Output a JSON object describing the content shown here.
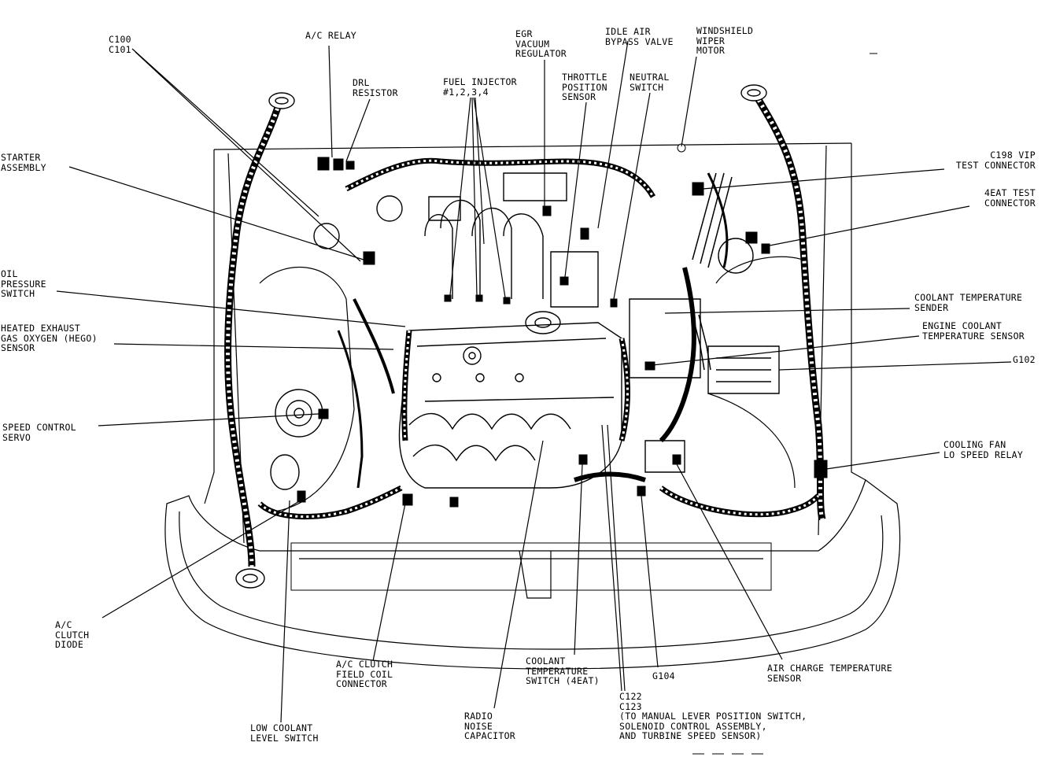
{
  "labels": {
    "c100_c101": "C100\nC101",
    "ac_relay": "A/C RELAY",
    "drl_resistor": "DRL\nRESISTOR",
    "fuel_injector": "FUEL INJECTOR\n#1,2,3,4",
    "egr_vacuum_regulator": "EGR\nVACUUM\nREGULATOR",
    "throttle_position_sensor": "THROTTLE\nPOSITION\nSENSOR",
    "idle_air_bypass_valve": "IDLE AIR\nBYPASS VALVE",
    "neutral_switch": "NEUTRAL\nSWITCH",
    "windshield_wiper_motor": "WINDSHIELD\nWIPER\nMOTOR",
    "starter_assembly": "STARTER\nASSEMBLY",
    "c198_vip_test_connector": "C198 VIP\nTEST CONNECTOR",
    "4eat_test_connector": "4EAT TEST\nCONNECTOR",
    "oil_pressure_switch": "OIL\nPRESSURE\nSWITCH",
    "coolant_temperature_sender": "COOLANT TEMPERATURE\nSENDER",
    "heated_exhaust_gas_oxygen_sensor": "HEATED EXHAUST\nGAS OXYGEN (HEGO)\nSENSOR",
    "engine_coolant_temperature_sensor": "ENGINE COOLANT\nTEMPERATURE SENSOR",
    "g102": "G102",
    "speed_control_servo": "SPEED CONTROL\nSERVO",
    "cooling_fan_lo_speed_relay": "COOLING FAN\nLO SPEED RELAY",
    "ac_clutch_diode": "A/C\nCLUTCH\nDIODE",
    "ac_clutch_field_coil_connector": "A/C CLUTCH\nFIELD COIL\nCONNECTOR",
    "coolant_temperature_switch_4eat": "COOLANT\nTEMPERATURE\nSWITCH (4EAT)",
    "g104": "G104",
    "air_charge_temperature_sensor": "AIR CHARGE TEMPERATURE\nSENSOR",
    "c122_c123": "C122\nC123\n(TO MANUAL LEVER POSITION SWITCH,\nSOLENOID CONTROL ASSEMBLY,\nAND TURBINE SPEED SENSOR)",
    "radio_noise_capacitor": "RADIO\nNOISE\nCAPACITOR",
    "low_coolant_level_switch": "LOW COOLANT\nLEVEL SWITCH"
  }
}
